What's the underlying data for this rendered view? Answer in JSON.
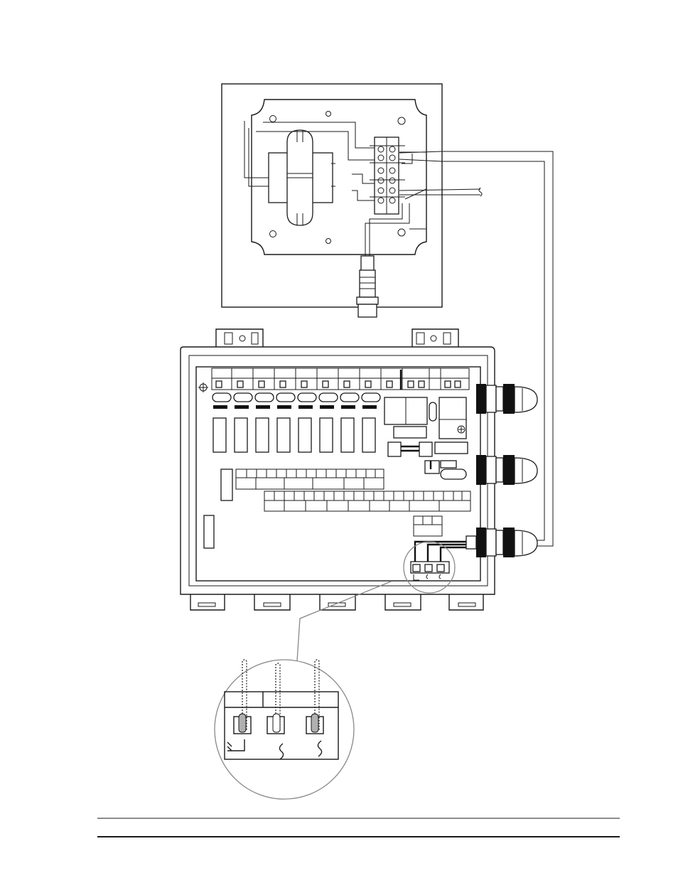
{
  "figure": {
    "kind": "wiring-diagram",
    "parts": [
      "transformer-enclosure",
      "controller-enclosure",
      "cable-glands",
      "terminal-block-detail"
    ]
  },
  "colors": {
    "line": "#1a1a1a",
    "magnifier_ring": "#888888",
    "background": "#ffffff"
  },
  "footer": {
    "rule_count": 2
  }
}
